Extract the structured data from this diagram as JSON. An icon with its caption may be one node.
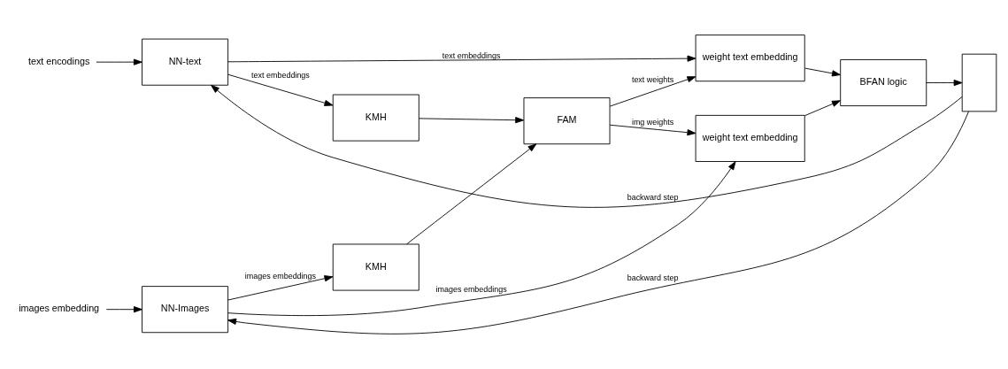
{
  "diagram": {
    "nodes": [
      {
        "text": [
          "text encodings"
        ]
      },
      {
        "text": [
          "NN-text"
        ]
      },
      {
        "text": [
          "KMH"
        ]
      },
      {
        "text": [
          "images embedding"
        ]
      },
      {
        "text": [
          "NN-Images"
        ]
      },
      {
        "text": [
          "KMH"
        ]
      },
      {
        "text": [
          "FAM"
        ]
      },
      {
        "text": [
          "weight text embedding"
        ]
      },
      {
        "text": [
          "weight text embedding"
        ]
      },
      {
        "text": [
          "BFAN logic"
        ]
      },
      {
        "text": [],
        "shape": "box"
      }
    ],
    "edges": [
      {
        "from": 0,
        "to": 1,
        "arrow": "to"
      },
      {
        "from": 1,
        "to": 2,
        "arrow": "to",
        "label": "text embeddings"
      },
      {
        "from": 3,
        "to": 4,
        "arrow": "to"
      },
      {
        "from": 4,
        "to": 5,
        "arrow": "to",
        "label": "images embeddings"
      },
      {
        "from": 2,
        "to": 6,
        "arrow": "to"
      },
      {
        "from": 5,
        "to": 6,
        "arrow": "to"
      },
      {
        "from": 6,
        "to": 7,
        "arrow": "to",
        "label": "text weights"
      },
      {
        "from": 6,
        "to": 8,
        "arrow": "to",
        "label": "img weights"
      },
      {
        "from": 1,
        "to": 7,
        "arrow": "to",
        "label": "text embeddings"
      },
      {
        "from": 4,
        "to": 8,
        "arrow": "to",
        "label": "images embeddings"
      },
      {
        "from": 7,
        "to": 9,
        "arrow": "to"
      },
      {
        "from": 8,
        "to": 9,
        "arrow": "to"
      },
      {
        "from": 9,
        "to": 10,
        "arrow": "to"
      },
      {
        "from": 10,
        "to": 1,
        "arrow": "to",
        "label": "backward step"
      },
      {
        "from": 10,
        "to": 4,
        "arrow": "to",
        "label": "backward step"
      }
    ]
  }
}
